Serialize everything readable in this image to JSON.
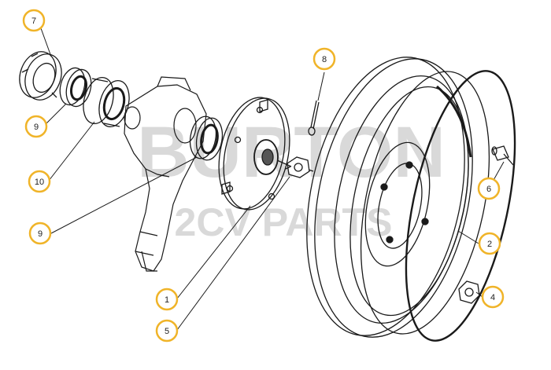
{
  "watermark": {
    "line1": "BURTON",
    "line2": "2CV PARTS"
  },
  "callouts": [
    {
      "id": "c7",
      "label": "7"
    },
    {
      "id": "c8",
      "label": "8"
    },
    {
      "id": "c9a",
      "label": "9"
    },
    {
      "id": "c10",
      "label": "10"
    },
    {
      "id": "c9b",
      "label": "9"
    },
    {
      "id": "c6",
      "label": "6"
    },
    {
      "id": "c2",
      "label": "2"
    },
    {
      "id": "c1",
      "label": "1"
    },
    {
      "id": "c4",
      "label": "4"
    },
    {
      "id": "c5",
      "label": "5"
    }
  ],
  "colors": {
    "callout_ring": "#f0b429",
    "line_art": "#1a1a1a",
    "watermark": "#d9d9d9"
  }
}
